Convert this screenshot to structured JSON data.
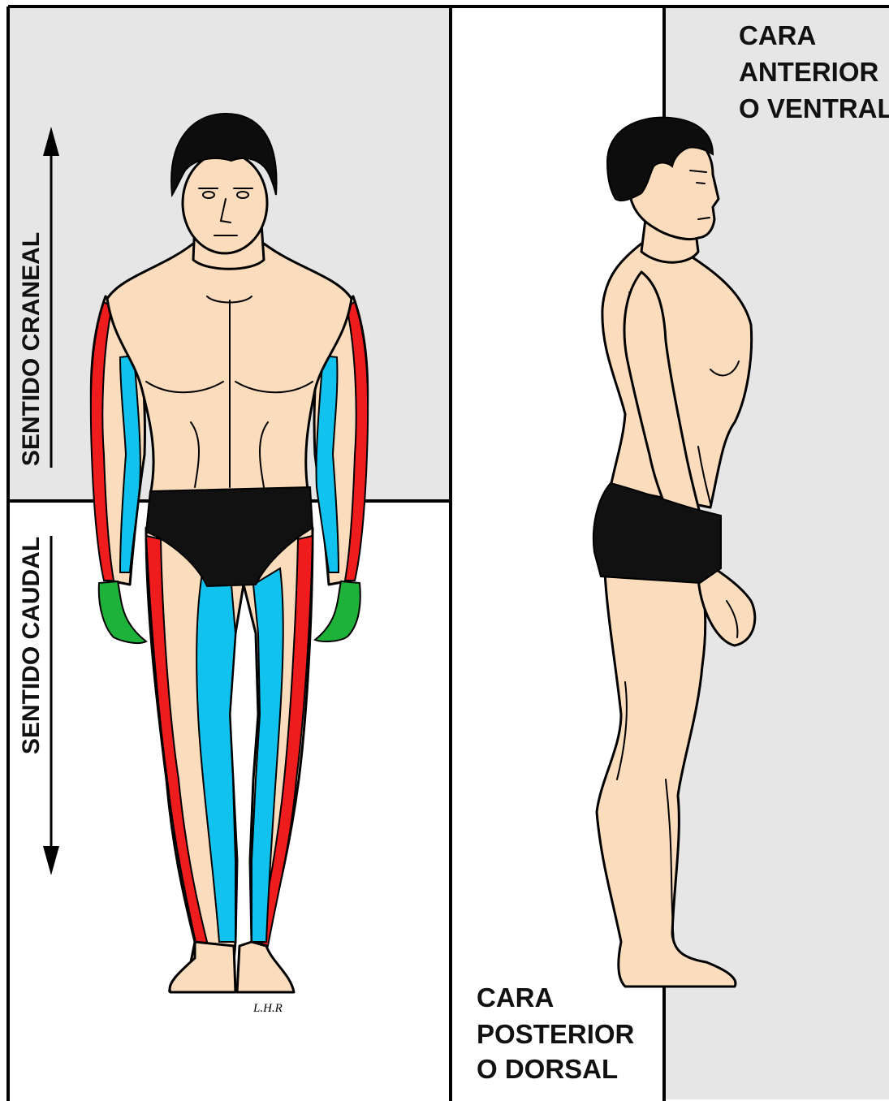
{
  "labels": {
    "cranial": "SENTIDO CRANEAL",
    "caudal": "SENTIDO CAUDAL",
    "anterior": [
      "CARA",
      "ANTERIOR",
      "O VENTRAL"
    ],
    "posterior": [
      "CARA",
      "POSTERIOR",
      "O DORSAL"
    ],
    "signature": "L.H.R"
  },
  "colors": {
    "panel_gray": "#e6e6e6",
    "skin": "#fbdcbc",
    "hair": "#0d0d0d",
    "brief": "#111111",
    "lateral_line": "#ee1c1c",
    "medial_line": "#12c2ee",
    "hand_highlight": "#1fb23a",
    "frame": "#000000"
  },
  "icons": {
    "cranial_arrow": "arrow-up-icon",
    "caudal_arrow": "arrow-down-icon"
  }
}
